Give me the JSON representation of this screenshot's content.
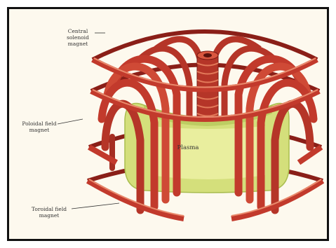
{
  "labels": {
    "central": "Central\nsolenoid\nmagnet",
    "poloidal": "Poloidal field\nmagnet",
    "toroidal": "Toroidal field\nmagnet",
    "plasma": "Plasma"
  },
  "colors": {
    "background": "#fdf9ee",
    "coil_red": "#c23a2c",
    "coil_dark": "#8a1f18",
    "coil_light": "#e37a5a",
    "plasma_light": "#f2f2a8",
    "plasma_mid": "#d4df7b",
    "plasma_dark": "#a9bd4f"
  }
}
